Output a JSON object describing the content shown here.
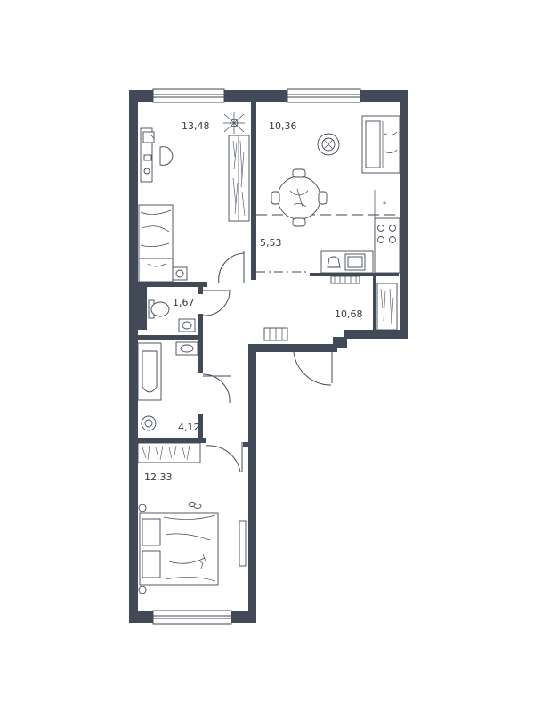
{
  "plan": {
    "rooms": [
      {
        "id": "bedroom-1",
        "area": "13,48"
      },
      {
        "id": "living-room",
        "area": "10,36"
      },
      {
        "id": "hall",
        "area": "5,53"
      },
      {
        "id": "toilet",
        "area": "1,67"
      },
      {
        "id": "kitchen",
        "area": "10,68"
      },
      {
        "id": "bathroom",
        "area": "4,12"
      },
      {
        "id": "bedroom-2",
        "area": "12,33"
      }
    ]
  }
}
